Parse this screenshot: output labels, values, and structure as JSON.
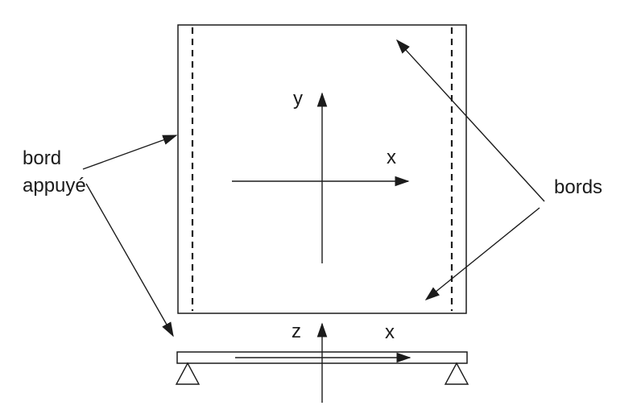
{
  "figure": {
    "labels": {
      "left_line1": "bord",
      "left_line2": "appuyé",
      "right": "bords",
      "top_view_axis_y": "y",
      "top_view_axis_x": "x",
      "side_view_axis_z": "z",
      "side_view_axis_x": "x"
    },
    "colors": {
      "stroke": "#1b1b1b",
      "background": "#ffffff"
    }
  }
}
